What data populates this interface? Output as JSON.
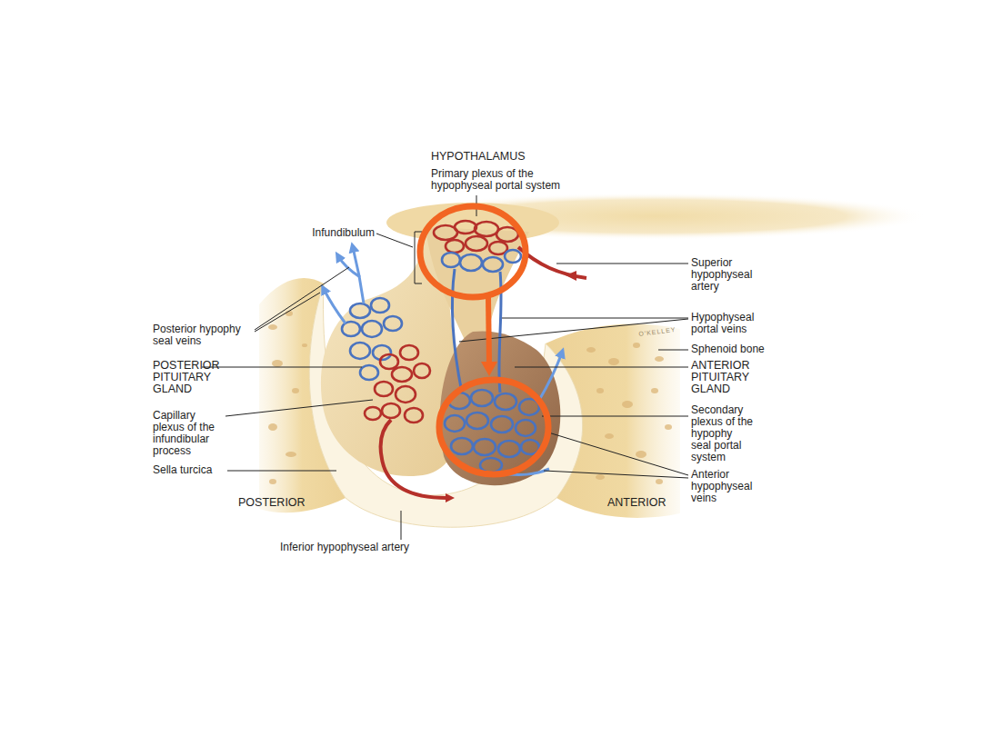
{
  "diagram": {
    "labels": [
      "HYPOTHALAMUS",
      "Primary plexus of the hypophyseal portal system",
      "Infundibulum",
      "Superior hypophyseal artery",
      "Posterior hypophy seal veins",
      "Hypophyseal portal veins",
      "Sphenoid bone",
      "POSTERIOR PITUITARY GLAND",
      "ANTERIOR PITUITARY GLAND",
      "Capillary plexus of the infundibular process",
      "Secondary plexus of the hypophy seal portal system",
      "Sella turcica",
      "Anterior hypophyseal veins",
      "POSTERIOR",
      "ANTERIOR",
      "Inferior hypophyseal artery",
      "O'KELLEY"
    ]
  }
}
